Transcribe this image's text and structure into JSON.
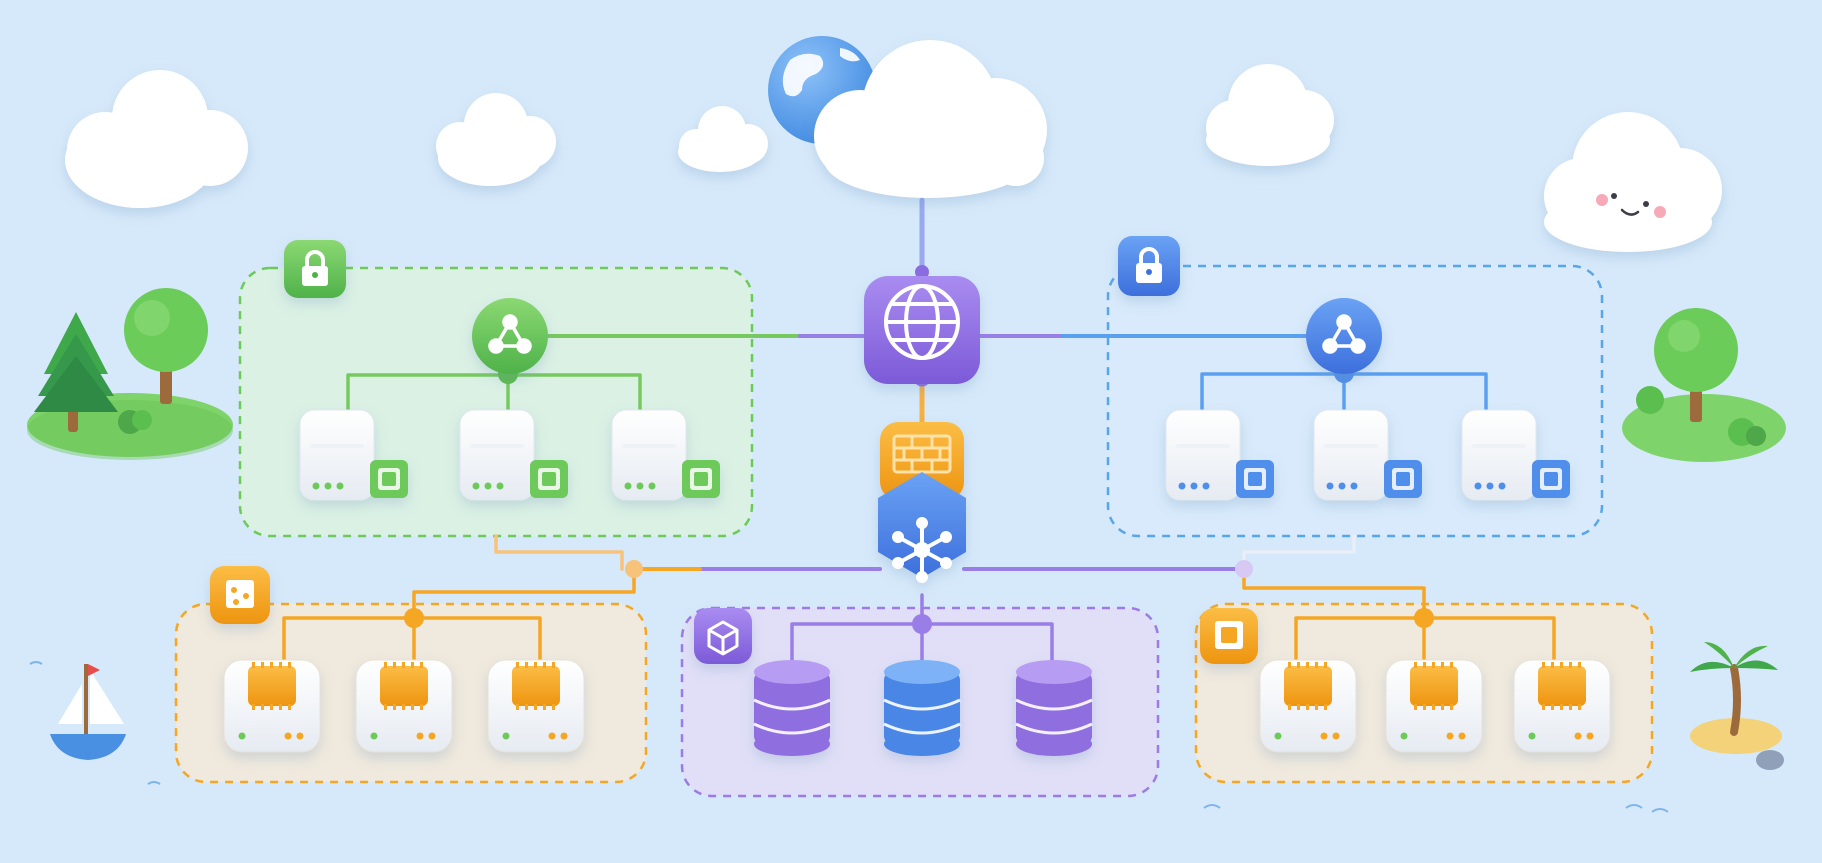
{
  "colors": {
    "background": "#d6e9fa",
    "green": "#6cc95a",
    "blue": "#4f8eea",
    "orange": "#f5a623",
    "purple": "#9b7be6",
    "cloud": "#ffffff"
  },
  "core": {
    "gateway": {
      "icon": "globe-icon",
      "color": "#8b6be0"
    },
    "firewall": {
      "icon": "brick-wall-icon",
      "color": "#f5a623"
    },
    "hub": {
      "icon": "hub-icon",
      "color": "#4f7fe6"
    }
  },
  "zones": [
    {
      "key": "green",
      "badge_icon": "lock-icon",
      "node_icon": "share-icon",
      "color": "#6cc95a",
      "fill": "#dcf3dc",
      "servers": 3
    },
    {
      "key": "blue",
      "badge_icon": "lock-icon",
      "node_icon": "share-icon",
      "color": "#4f8eea",
      "fill": "#d9ebfb",
      "servers": 3
    },
    {
      "key": "orange-left",
      "badge_icon": "chip-icon",
      "color": "#f5a623",
      "fill": "#f6e9d6",
      "servers": 3
    },
    {
      "key": "purple",
      "badge_icon": "cube-icon",
      "color": "#9b7be6",
      "fill": "#e4dcf6",
      "databases": 3
    },
    {
      "key": "orange-right",
      "badge_icon": "chip-icon",
      "color": "#f5a623",
      "fill": "#f6e9d6",
      "servers": 3
    }
  ],
  "decorations": [
    "cloud-icon",
    "globe-icon",
    "tree-icon",
    "sailboat-icon",
    "palm-tree-icon",
    "smiling-cloud-icon"
  ]
}
